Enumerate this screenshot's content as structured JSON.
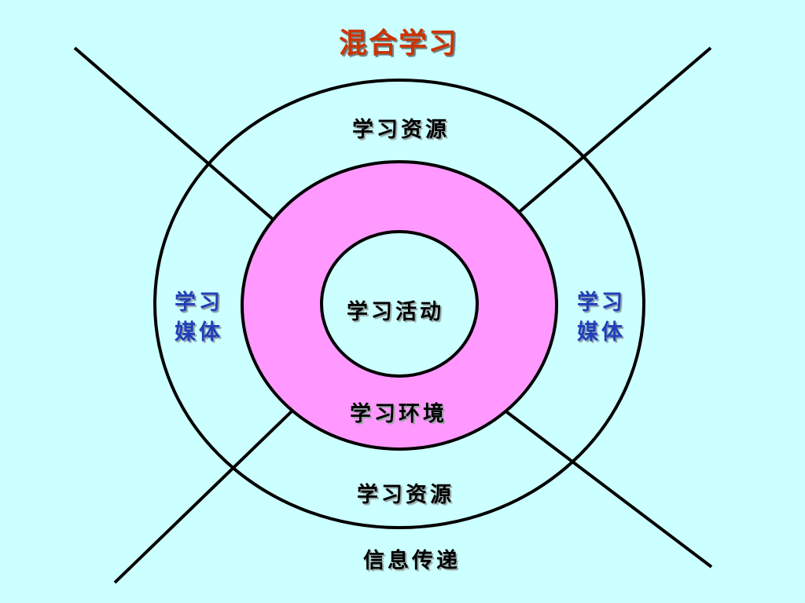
{
  "slide": {
    "title": "混合学习",
    "colors": {
      "background": "#ccffff",
      "title": "#cc3300",
      "ring": "#ff99ff",
      "media_text": "#1f3fb8",
      "line": "#000000"
    }
  },
  "diagram": {
    "outer_ring_top_label": "学习资源",
    "outer_ring_bottom_label": "学习资源",
    "middle_ring_label": "学习环境",
    "center_label": "学习活动",
    "left_media": {
      "line1": "学习",
      "line2": "媒体"
    },
    "right_media": {
      "line1": "学习",
      "line2": "媒体"
    },
    "bottom_caption": "信息传递"
  }
}
